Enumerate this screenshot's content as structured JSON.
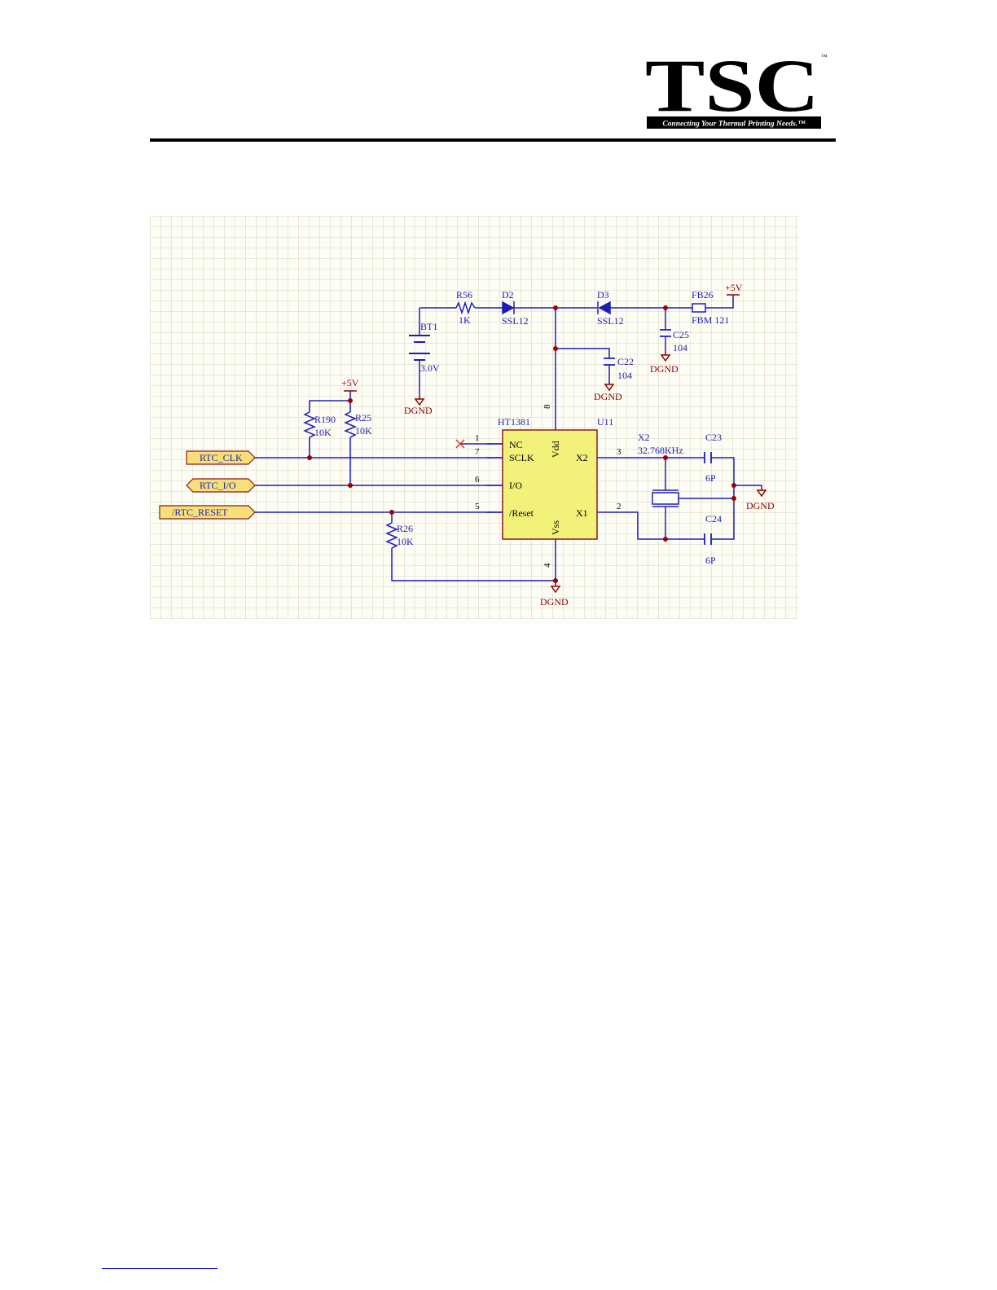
{
  "header": {
    "logo_text": "TSC",
    "logo_trademark": "™",
    "tagline": "Connecting Your Thermal Printing Needs.™"
  },
  "schematic": {
    "ic": {
      "part": "HT1381",
      "ref": "U11",
      "pin_vdd": "Vdd",
      "pin_vss": "Vss"
    },
    "ic_pins": [
      {
        "num": "1",
        "name": "NC"
      },
      {
        "num": "7",
        "name": "SCLK"
      },
      {
        "num": "6",
        "name": "I/O"
      },
      {
        "num": "5",
        "name": "/Reset"
      },
      {
        "num": "8",
        "name": ""
      },
      {
        "num": "4",
        "name": ""
      },
      {
        "num": "3",
        "name": "X2"
      },
      {
        "num": "2",
        "name": "X1"
      }
    ],
    "ports": [
      "RTC_CLK",
      "RTC_I/O",
      "/RTC_RESET"
    ],
    "components": {
      "r56": {
        "ref": "R56",
        "value": "1K"
      },
      "d2": {
        "ref": "D2",
        "value": "SSL12"
      },
      "d3": {
        "ref": "D3",
        "value": "SSL12"
      },
      "fb26": {
        "ref": "FB26",
        "value": "FBM 121"
      },
      "bt1": {
        "ref": "BT1",
        "value": "3.0V"
      },
      "c25": {
        "ref": "C25",
        "value": "104"
      },
      "c22": {
        "ref": "C22",
        "value": "104"
      },
      "r190": {
        "ref": "R190",
        "value": "10K"
      },
      "r25": {
        "ref": "R25",
        "value": "10K"
      },
      "r26": {
        "ref": "R26",
        "value": "10K"
      },
      "x2": {
        "ref": "X2",
        "value": "32.768KHz"
      },
      "c23": {
        "ref": "C23",
        "value": "6P"
      },
      "c24": {
        "ref": "C24",
        "value": "6P"
      }
    },
    "power": {
      "vcc": "+5V",
      "ground": "DGND"
    },
    "colors": {
      "wire": "#1e1eb4",
      "power": "#8b0000",
      "junction": "#a00000",
      "ic_fill": "#f2f27a",
      "ic_border": "#8b1a1a",
      "port_fill": "#f7e07a",
      "grid": "#c8c8a8",
      "no_connect": "#e03030"
    }
  }
}
